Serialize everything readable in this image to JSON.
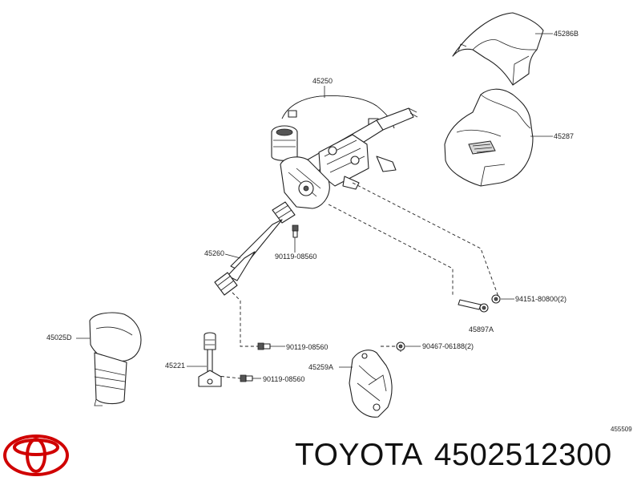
{
  "diagram": {
    "callouts": {
      "p45286B": "45286B",
      "p45250": "45250",
      "p45287": "45287",
      "p45260": "45260",
      "p90119a": "90119-08560",
      "p94151": "94151-80800(2)",
      "p45025D": "45025D",
      "p45897A": "45897A",
      "p90467": "90467-06188(2)",
      "p45221": "45221",
      "p90119b": "90119-08560",
      "p90119c": "90119-08560",
      "p45259A": "45259A",
      "ref": "455509"
    }
  },
  "brand": {
    "name": "TOYOTA",
    "part_number": "4502512300",
    "logo_color": "#d00000"
  }
}
